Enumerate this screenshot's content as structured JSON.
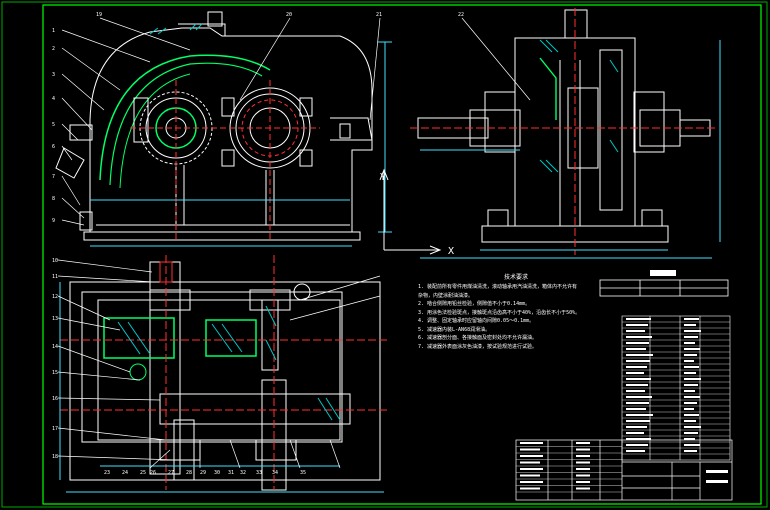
{
  "view_axis_x": "X",
  "view_axis_y": "Y",
  "notes_title": "技术要求",
  "balloons_left": [
    "1",
    "2",
    "3",
    "4",
    "5",
    "6",
    "7",
    "8",
    "9",
    "10",
    "11",
    "12",
    "13",
    "14",
    "15",
    "16",
    "17",
    "18"
  ],
  "balloons_top": [
    "19",
    "20",
    "21",
    "22"
  ],
  "balloons_bottom": [
    "23",
    "24",
    "25",
    "26",
    "27",
    "28",
    "29",
    "30",
    "31",
    "32",
    "33",
    "34",
    "35"
  ],
  "notes": [
    "1. 装配前所有零件用煤油清洗，滚动轴承用汽油清洗，箱体内不允许有",
    "   杂物，内壁涂耐油油漆。",
    "2. 啮合侧隙用铅丝检验，侧隙值不小于0.14mm。",
    "3. 用涂色法检验斑点，接触斑点沿齿高不小于40%，沿齿长不小于50%。",
    "4. 调整、固定轴承时应留轴向间隙0.05～0.1mm。",
    "5. 减速器内装L-AN68润滑油。",
    "6. 减速器剖分面、各接触面及密封处均不允许漏油。",
    "7. 减速器外表面涂灰色油漆，按试验规范进行试验。"
  ],
  "colors": {
    "background": "#000000",
    "frame": "#00ff00",
    "outline": "#ffffff",
    "centerline": "#ff3030",
    "dimension": "#40e0ff",
    "hatch": "#00c8c8",
    "gear": "#00ff66",
    "highlight": "#ffff00"
  }
}
